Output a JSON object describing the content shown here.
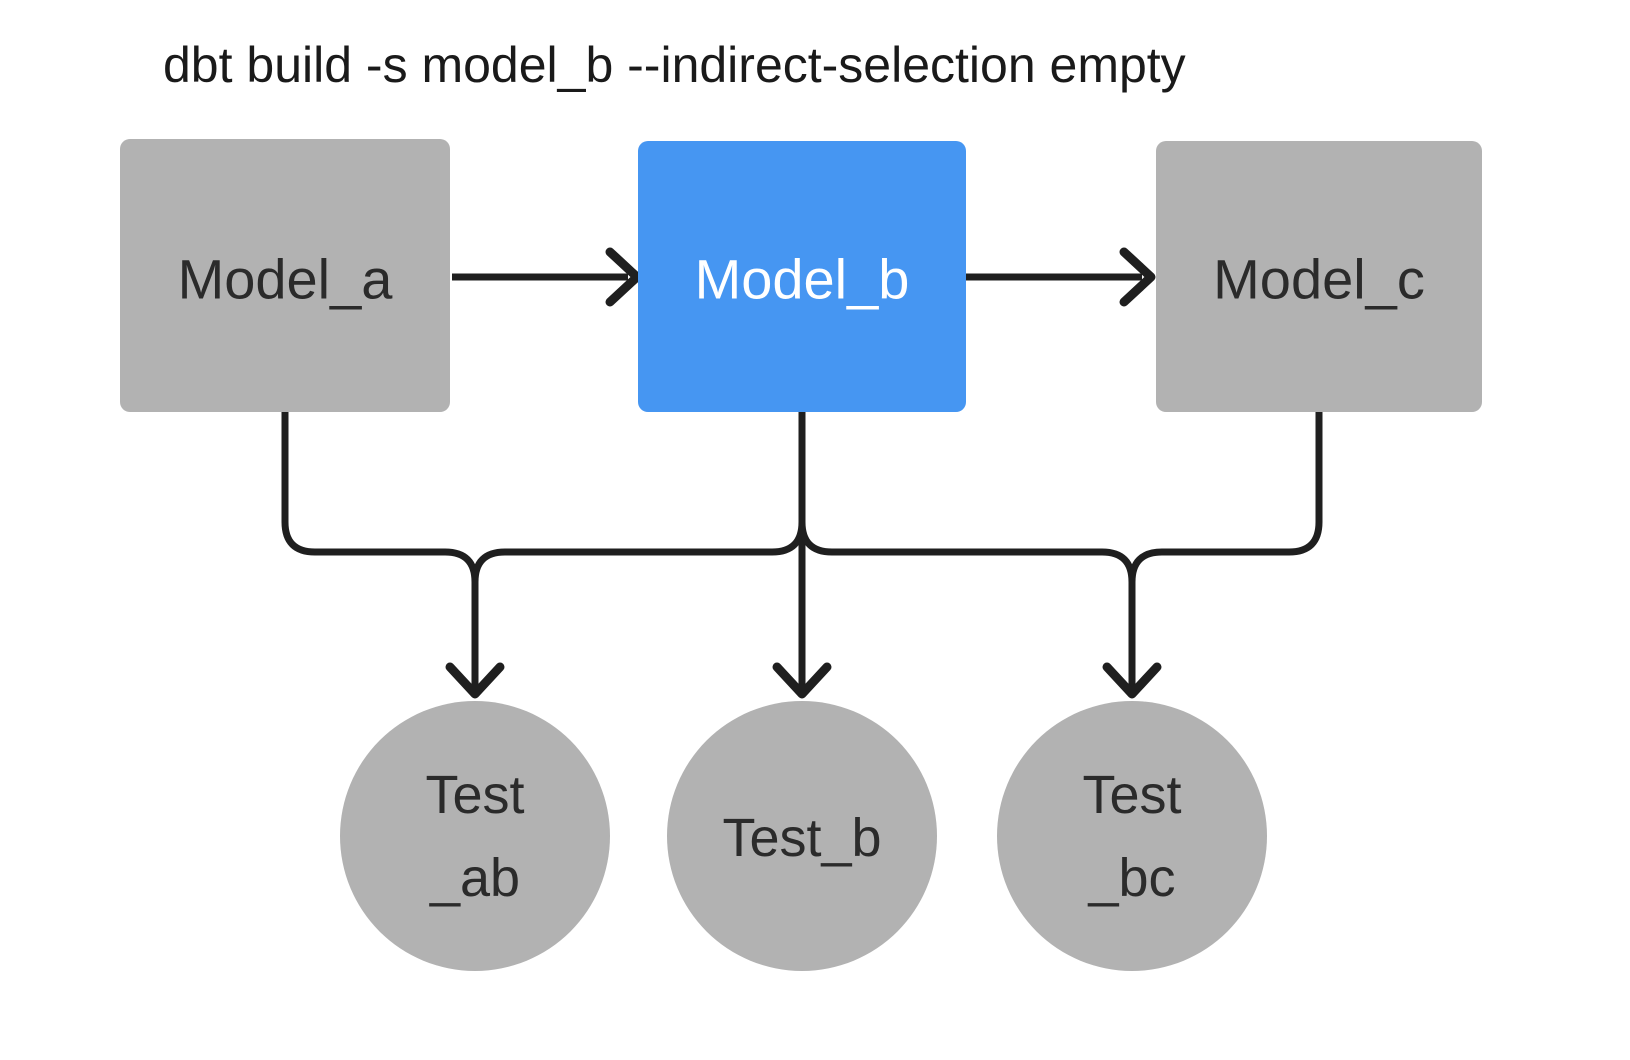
{
  "title": "dbt build -s model_b --indirect-selection empty",
  "colors": {
    "model_selected": "#4696f2",
    "model_unselected": "#b2b2b2",
    "test_node": "#b2b2b2",
    "edge": "#1f1f1f",
    "background": "#ffffff"
  },
  "selected_node": "model_b",
  "nodes": {
    "model_a": {
      "label": "Model_a",
      "kind": "model",
      "state": "unselected"
    },
    "model_b": {
      "label": "Model_b",
      "kind": "model",
      "state": "selected"
    },
    "model_c": {
      "label": "Model_c",
      "kind": "model",
      "state": "unselected"
    },
    "test_ab": {
      "label_lines": [
        "Test",
        "_ab"
      ],
      "kind": "test",
      "state": "unselected"
    },
    "test_b": {
      "label": "Test_b",
      "kind": "test",
      "state": "unselected"
    },
    "test_bc": {
      "label_lines": [
        "Test",
        "_bc"
      ],
      "kind": "test",
      "state": "unselected"
    }
  },
  "edges": [
    {
      "from": "model_a",
      "to": "model_b"
    },
    {
      "from": "model_b",
      "to": "model_c"
    },
    {
      "from": "model_a",
      "to": "test_ab"
    },
    {
      "from": "model_b",
      "to": "test_ab"
    },
    {
      "from": "model_b",
      "to": "test_b"
    },
    {
      "from": "model_b",
      "to": "test_bc"
    },
    {
      "from": "model_c",
      "to": "test_bc"
    }
  ]
}
